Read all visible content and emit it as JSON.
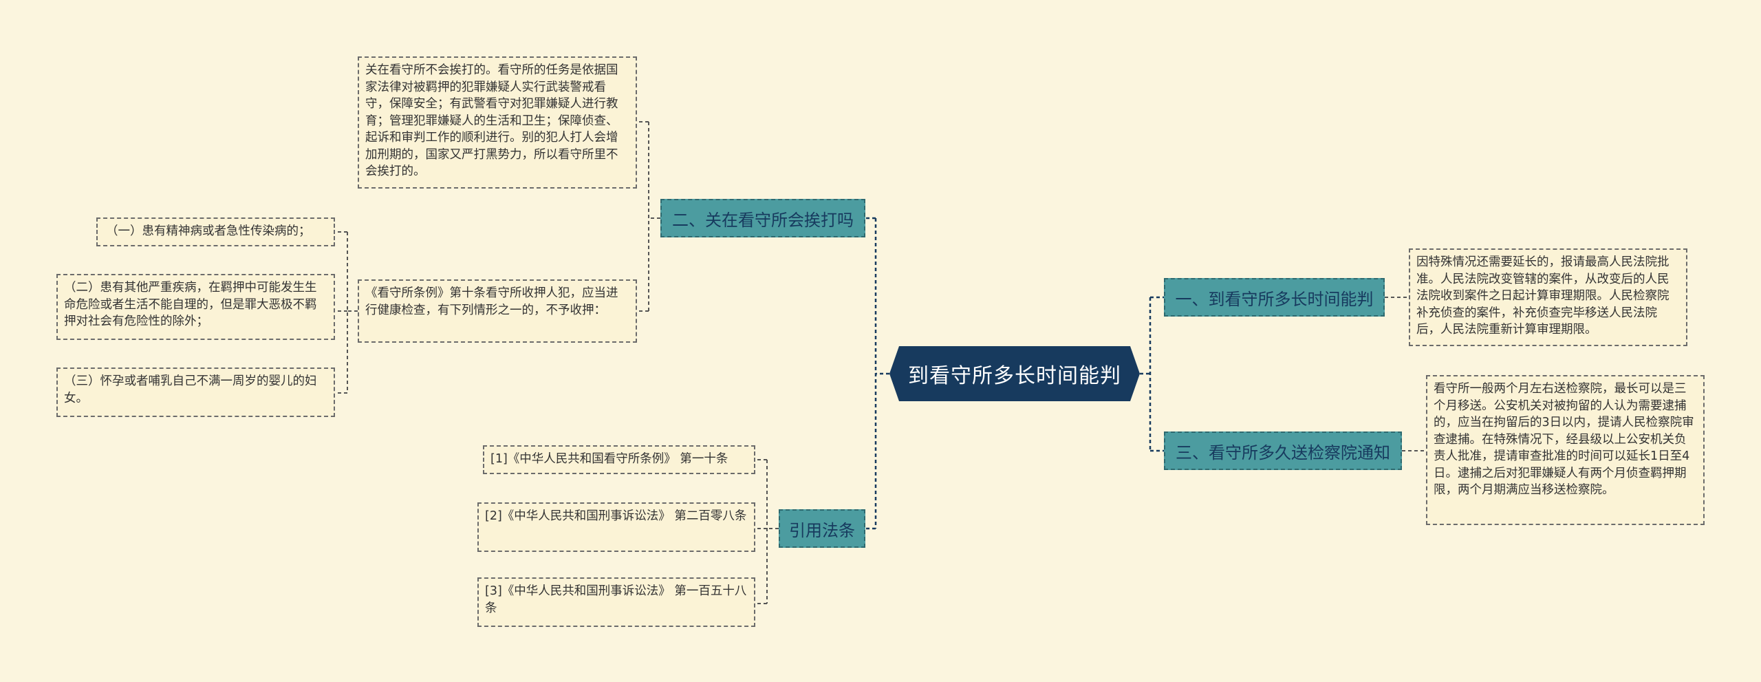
{
  "root": {
    "title": "到看守所多长时间能判"
  },
  "branches": {
    "b1": {
      "label": "一、到看守所多长时间能判"
    },
    "b2": {
      "label": "二、关在看守所会挨打吗"
    },
    "b3": {
      "label": "三、看守所多久送检察院通知"
    },
    "b4": {
      "label": "引用法条"
    }
  },
  "leaves": {
    "b1_text": "因特殊情况还需要延长的，报请最高人民法院批准。人民法院改变管辖的案件，从改变后的人民法院收到案件之日起计算审理期限。人民检察院补充侦查的案件，补充侦查完毕移送人民法院后，人民法院重新计算审理期限。",
    "b3_text": "看守所一般两个月左右送检察院，最长可以是三个月移送。公安机关对被拘留的人认为需要逮捕的，应当在拘留后的3日以内，提请人民检察院审查逮捕。在特殊情况下，经县级以上公安机关负责人批准，提请审查批准的时间可以延长1日至4日。逮捕之后对犯罪嫌疑人有两个月侦查羁押期限，两个月期满应当移送检察院。",
    "b2_text1": "关在看守所不会挨打的。看守所的任务是依据国家法律对被羁押的犯罪嫌疑人实行武装警戒看守，保障安全；有武警看守对犯罪嫌疑人进行教育；管理犯罪嫌疑人的生活和卫生；保障侦查、起诉和审判工作的顺利进行。别的犯人打人会增加刑期的，国家又严打黑势力，所以看守所里不会挨打的。",
    "b2_text2": "《看守所条例》第十条看守所收押人犯，应当进行健康检查，有下列情形之一的，不予收押：",
    "sub1": "（一）患有精神病或者急性传染病的；",
    "sub2": "（二）患有其他严重疾病，在羁押中可能发生生命危险或者生活不能自理的，但是罪大恶极不羁押对社会有危险性的除外；",
    "sub3": "（三）怀孕或者哺乳自己不满一周岁的婴儿的妇女。",
    "law1": "[1]《中华人民共和国看守所条例》 第一十条",
    "law2": "[2]《中华人民共和国刑事诉讼法》 第二百零八条",
    "law3": "[3]《中华人民共和国刑事诉讼法》 第一百五十八条"
  },
  "colors": {
    "background": "#fbf5de",
    "root": "#173a5e",
    "branch": "#4c9ca0",
    "leaf": "#fbf3d6",
    "edge": "#173a5e"
  }
}
